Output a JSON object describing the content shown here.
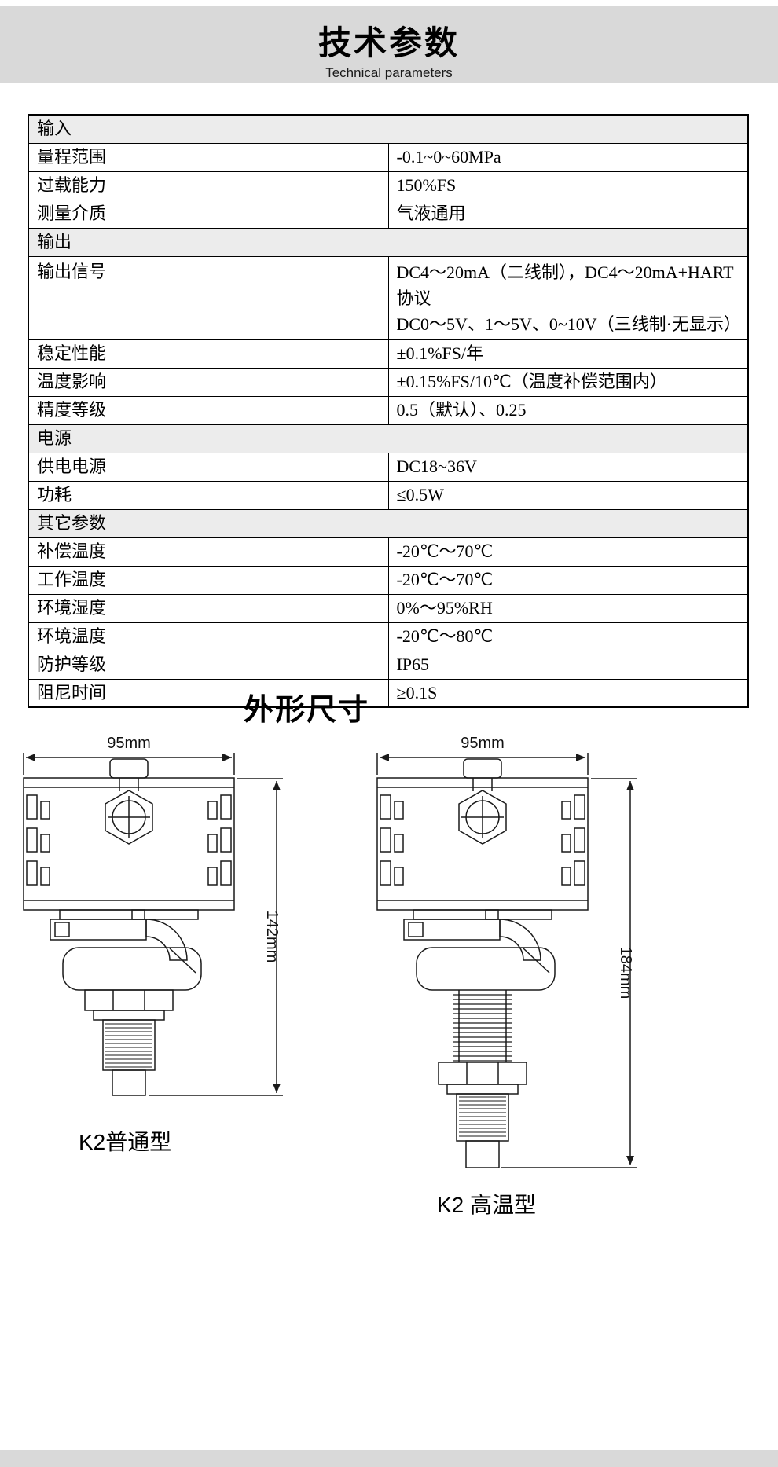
{
  "header": {
    "title": "技术参数",
    "subtitle": "Technical parameters"
  },
  "table": {
    "rows": [
      {
        "type": "section",
        "label": "输入"
      },
      {
        "type": "row",
        "label": "量程范围",
        "value": "-0.1~0~60MPa"
      },
      {
        "type": "row",
        "label": "过载能力",
        "value": "150%FS"
      },
      {
        "type": "row",
        "label": "测量介质",
        "value": "气液通用"
      },
      {
        "type": "section",
        "label": "输出"
      },
      {
        "type": "row2",
        "label": "输出信号",
        "value_line1": "DC4～20mA（二线制），DC4～20mA+HART协议",
        "value_line2": "DC0～5V、1～5V、0~10V（三线制·无显示）"
      },
      {
        "type": "row",
        "label": "稳定性能",
        "value": "±0.1%FS/年"
      },
      {
        "type": "row",
        "label": "温度影响",
        "value": "±0.15%FS/10℃（温度补偿范围内）"
      },
      {
        "type": "row",
        "label": "精度等级",
        "value": "0.5（默认）、0.25"
      },
      {
        "type": "section",
        "label": "电源"
      },
      {
        "type": "row",
        "label": "供电电源",
        "value": "DC18~36V"
      },
      {
        "type": "row",
        "label": "功耗",
        "value": "≤0.5W"
      },
      {
        "type": "section",
        "label": "其它参数"
      },
      {
        "type": "row",
        "label": "补偿温度",
        "value": "-20℃～70℃"
      },
      {
        "type": "row",
        "label": "工作温度",
        "value": "-20℃～70℃"
      },
      {
        "type": "row",
        "label": "环境湿度",
        "value": "0%～95%RH"
      },
      {
        "type": "row",
        "label": "环境温度",
        "value": "-20℃～80℃"
      },
      {
        "type": "row",
        "label": "防护等级",
        "value": "IP65"
      },
      {
        "type": "row",
        "label": "阻尼时间",
        "value": "≥0.1S"
      }
    ]
  },
  "dimensions": {
    "section_title": "外形尺寸",
    "left": {
      "width_label": "95mm",
      "height_label": "142mm",
      "caption": "K2普通型"
    },
    "right": {
      "width_label": "95mm",
      "height_label": "184mm",
      "caption": "K2 高温型"
    }
  },
  "colors": {
    "banner_gray": "#d9d9d9",
    "section_row_gray": "#ececec",
    "line_black": "#1a1a1a"
  }
}
